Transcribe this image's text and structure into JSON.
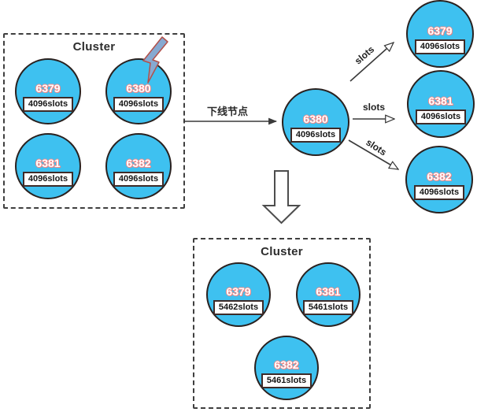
{
  "diagram": {
    "top_cluster": {
      "title": "Cluster",
      "nodes": [
        {
          "port": "6379",
          "slots": "4096slots"
        },
        {
          "port": "6380",
          "slots": "4096slots"
        },
        {
          "port": "6381",
          "slots": "4096slots"
        },
        {
          "port": "6382",
          "slots": "4096slots"
        }
      ]
    },
    "offline_arrow_label": "下线节点",
    "offline_node": {
      "port": "6380",
      "slots": "4096slots"
    },
    "slot_arrow_labels": [
      "slots",
      "slots",
      "slots"
    ],
    "migration_targets": [
      {
        "port": "6379",
        "slots": "4096slots"
      },
      {
        "port": "6381",
        "slots": "4096slots"
      },
      {
        "port": "6382",
        "slots": "4096slots"
      }
    ],
    "bottom_cluster": {
      "title": "Cluster",
      "nodes": [
        {
          "port": "6379",
          "slots": "5462slots"
        },
        {
          "port": "6381",
          "slots": "5461slots"
        },
        {
          "port": "6382",
          "slots": "5461slots"
        }
      ]
    },
    "icons": {
      "lightning": "lightning-icon",
      "down_block_arrow": "down-block-arrow-icon"
    },
    "colors": {
      "node_fill": "#3EC1F0",
      "node_border": "#2A211F",
      "port_text": "#FFFFFF",
      "port_outline": "#EF8A8A",
      "slot_box_border": "#3D2B29",
      "cluster_dash_border": "#3F3F3F",
      "arrow": "#3A3A3A",
      "lightning_fill": "#86A9D1",
      "lightning_stroke": "#B2504A"
    }
  }
}
